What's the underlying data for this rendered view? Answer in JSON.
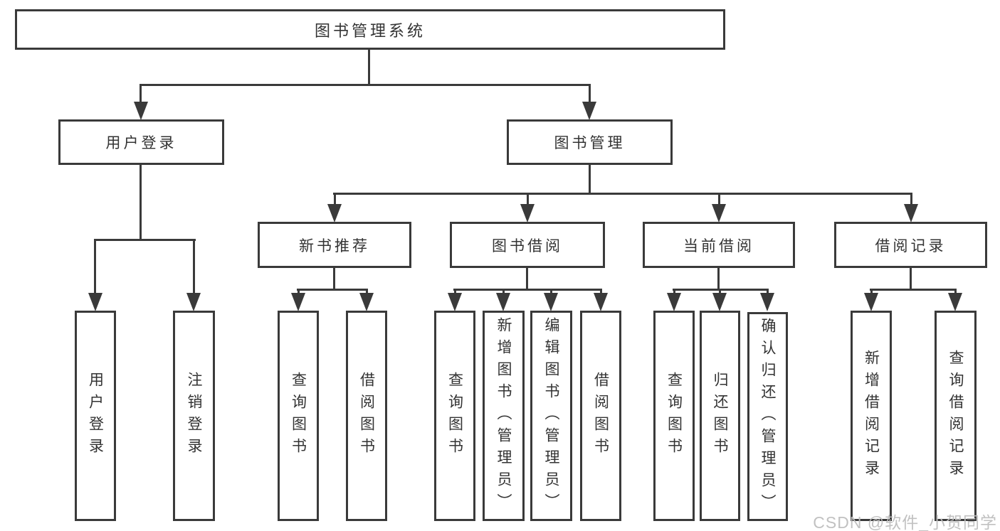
{
  "diagram": {
    "type": "hierarchy-tree",
    "title": "图书管理系统",
    "watermark": "CSDN @软件_小贺同学",
    "colors": {
      "line": "#3a3a3a",
      "box_border": "#3a3a3a",
      "box_fill": "#ffffff",
      "text": "#333333",
      "watermark": "#bebebe"
    }
  },
  "tree": {
    "root": {
      "label": "图书管理系统",
      "children": [
        {
          "label": "用户登录",
          "children": [
            {
              "label": "用户登录"
            },
            {
              "label": "注销登录"
            }
          ]
        },
        {
          "label": "图书管理",
          "children": [
            {
              "label": "新书推荐",
              "children": [
                {
                  "label": "查询图书"
                },
                {
                  "label": "借阅图书"
                }
              ]
            },
            {
              "label": "图书借阅",
              "children": [
                {
                  "label": "查询图书"
                },
                {
                  "label": "新增图书（管理员）"
                },
                {
                  "label": "编辑图书（管理员）"
                },
                {
                  "label": "借阅图书"
                }
              ]
            },
            {
              "label": "当前借阅",
              "children": [
                {
                  "label": "查询图书"
                },
                {
                  "label": "归还图书"
                },
                {
                  "label": "确认归还（管理员）"
                }
              ]
            },
            {
              "label": "借阅记录",
              "children": [
                {
                  "label": "新增借阅记录"
                },
                {
                  "label": "查询借阅记录"
                }
              ]
            }
          ]
        }
      ]
    }
  }
}
